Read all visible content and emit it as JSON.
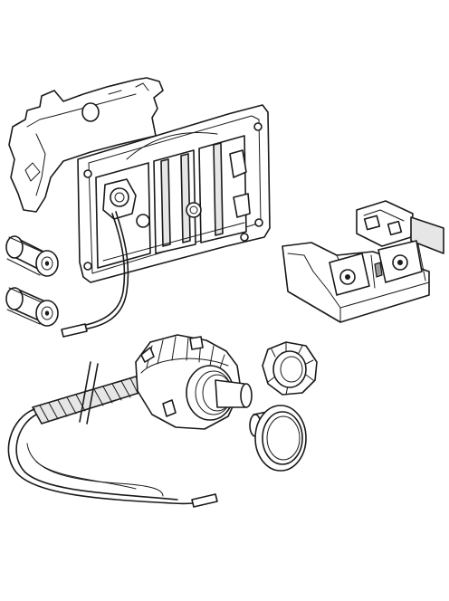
{
  "colors": {
    "line": "#1a1a1a",
    "background": "#ffffff",
    "shade": "#e6e6e6"
  },
  "components": [
    "mounting-frame",
    "battery-top",
    "battery-bottom",
    "electronics-box",
    "flush-actuator-unit",
    "spiral-cable",
    "mounting-ring",
    "flush-button"
  ]
}
